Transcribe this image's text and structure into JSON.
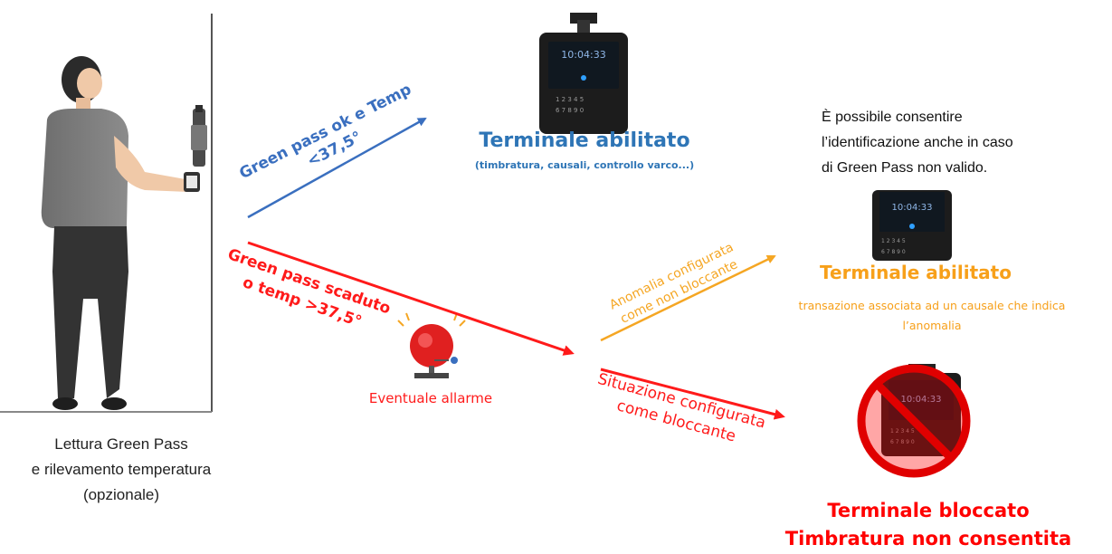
{
  "person_caption": [
    "Lettura Green Pass",
    "e rilevamento temperatura",
    "(opzionale)"
  ],
  "ok_path": {
    "label_line1": "Green pass ok e Temp",
    "label_line2": "<37,5°",
    "color": "#3a6fbf"
  },
  "enabled_top": {
    "title": "Terminale abilitato",
    "subtitle": "(timbratura, causali, controllo varco...)",
    "color": "#2e75b6"
  },
  "ko_path": {
    "label_line1": "Green pass scaduto",
    "label_line2": "o temp >37,5°",
    "color": "#ff1a1a"
  },
  "alarm": {
    "label": "Eventuale allarme",
    "color": "#ff1a1a"
  },
  "note": [
    "È possibile consentire",
    "l’identificazione anche in caso",
    "di Green Pass non valido."
  ],
  "anomaly_path": {
    "label_line1": "Anomalia configurata",
    "label_line2": "come non bloccante",
    "color": "#f5a623"
  },
  "enabled_anomaly": {
    "title": "Terminale abilitato",
    "subtitle_line1": "transazione associata ad un causale che indica",
    "subtitle_line2": "l’anomalia",
    "color": "#f7a01a"
  },
  "blocking_path": {
    "label_line1": "Situazione configurata",
    "label_line2": "come bloccante",
    "color": "#ff1a1a"
  },
  "blocked": {
    "title_line1": "Terminale bloccato",
    "title_line2": "Timbratura non consentita",
    "color": "#ff0000"
  },
  "terminal_screen": {
    "time": "10:04:33"
  }
}
